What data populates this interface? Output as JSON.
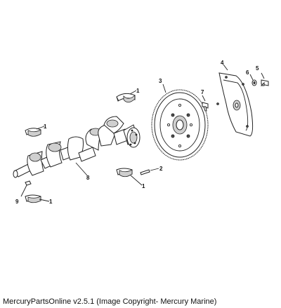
{
  "callouts": {
    "bearing_upper_top": "1",
    "bearing_left": "1",
    "bearing_lower_right": "1",
    "bearing_lower_left": "1",
    "dowel_pin": "2",
    "flywheel": "3",
    "flex_plate": "4",
    "bolt": "5",
    "washer": "6",
    "flywheel_bolt": "7",
    "crankshaft": "8",
    "key": "9"
  },
  "caption": "MercuryPartsOnline v2.5.1 (Image Copyright- Mercury Marine)"
}
